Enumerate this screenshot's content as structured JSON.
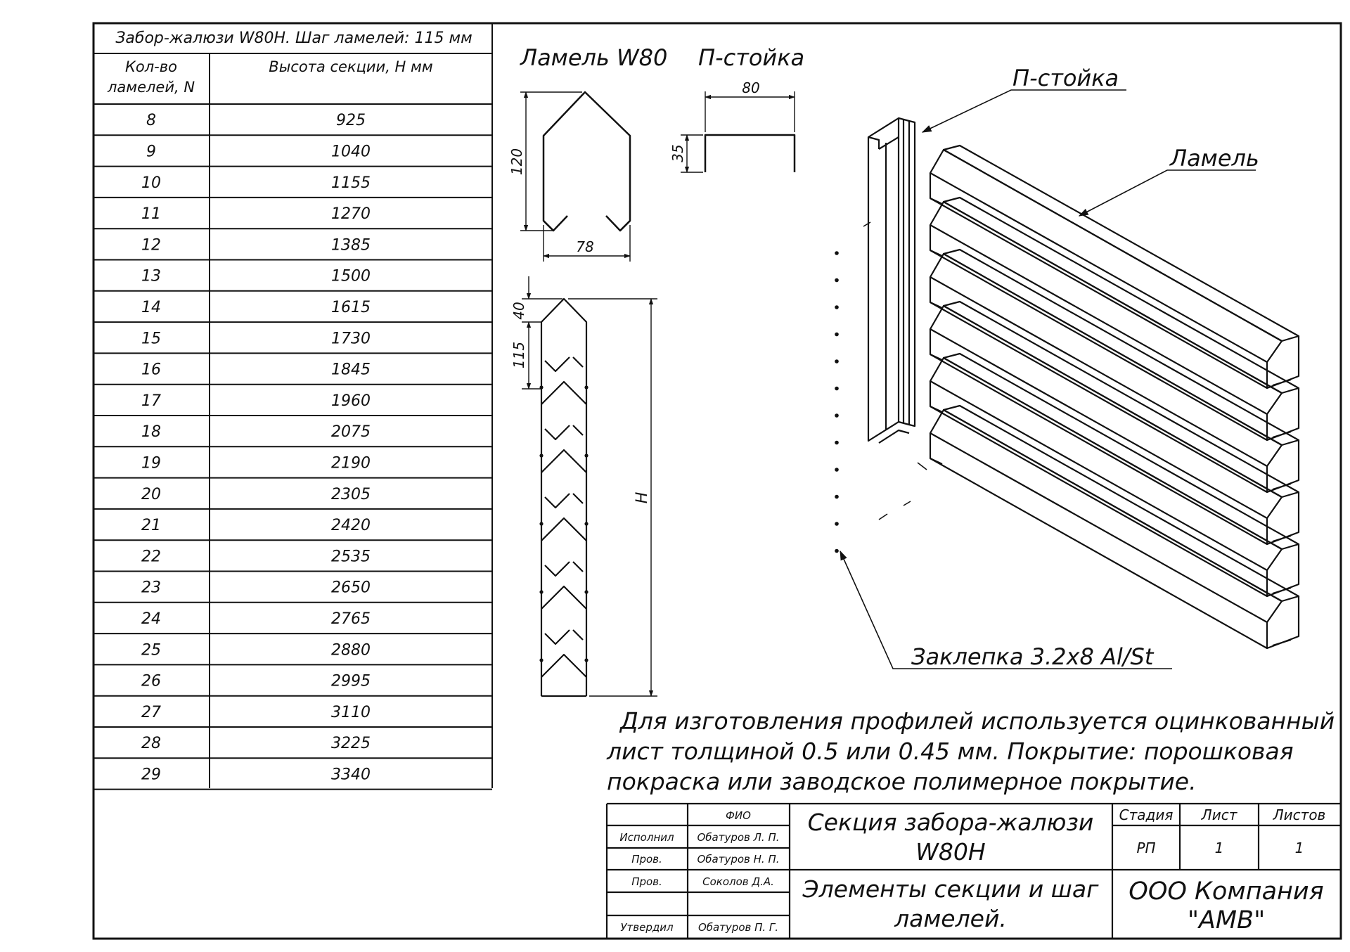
{
  "table": {
    "title": "Забор-жалюзи W80H. Шаг ламелей: 115 мм",
    "col1_header_line1": "Кол-во",
    "col1_header_line2": "ламелей, N",
    "col2_header": "Высота секции, H мм",
    "rows": [
      {
        "n": "8",
        "h": "925"
      },
      {
        "n": "9",
        "h": "1040"
      },
      {
        "n": "10",
        "h": "1155"
      },
      {
        "n": "11",
        "h": "1270"
      },
      {
        "n": "12",
        "h": "1385"
      },
      {
        "n": "13",
        "h": "1500"
      },
      {
        "n": "14",
        "h": "1615"
      },
      {
        "n": "15",
        "h": "1730"
      },
      {
        "n": "16",
        "h": "1845"
      },
      {
        "n": "17",
        "h": "1960"
      },
      {
        "n": "18",
        "h": "2075"
      },
      {
        "n": "19",
        "h": "2190"
      },
      {
        "n": "20",
        "h": "2305"
      },
      {
        "n": "21",
        "h": "2420"
      },
      {
        "n": "22",
        "h": "2535"
      },
      {
        "n": "23",
        "h": "2650"
      },
      {
        "n": "24",
        "h": "2765"
      },
      {
        "n": "25",
        "h": "2880"
      },
      {
        "n": "26",
        "h": "2995"
      },
      {
        "n": "27",
        "h": "3110"
      },
      {
        "n": "28",
        "h": "3225"
      },
      {
        "n": "29",
        "h": "3340"
      }
    ]
  },
  "drawing": {
    "lamel_title": "Ламель W80",
    "post_title": "П-стойка",
    "lamel_height_dim": "120",
    "lamel_width_dim": "78",
    "post_width_dim": "80",
    "post_depth_dim": "35",
    "stack_top_dim": "40",
    "stack_pitch_dim": "115",
    "stack_height_dim": "H",
    "callout_post": "П-стойка",
    "callout_lamel": "Ламель",
    "callout_rivet": "Заклепка 3.2x8 Al/St"
  },
  "note": {
    "line1": "Для изготовления профилей используется оцинкованный",
    "line2": "лист толщиной 0.5 или 0.45 мм. Покрытие: порошковая",
    "line3": "покраска или заводское полимерное покрытие."
  },
  "title_block": {
    "fio_header": "ФИО",
    "roles": [
      "Исполнил",
      "Пров.",
      "Пров.",
      "",
      "Утвердил"
    ],
    "names": [
      "Обатуров Л. П.",
      "Обатуров Н. П.",
      "Соколов Д.А.",
      "",
      "Обатуров П. Г."
    ],
    "doc_title_line1": "Секция забора-жалюзи",
    "doc_title_line2": "W80H",
    "sheet_title_line1": "Элементы секции и шаг",
    "sheet_title_line2": "ламелей.",
    "stage_label": "Стадия",
    "sheet_label": "Лист",
    "sheets_label": "Листов",
    "stage_value": "РП",
    "sheet_value": "1",
    "sheets_value": "1",
    "company_line1": "ООО Компания",
    "company_line2": "\"АМВ\""
  }
}
